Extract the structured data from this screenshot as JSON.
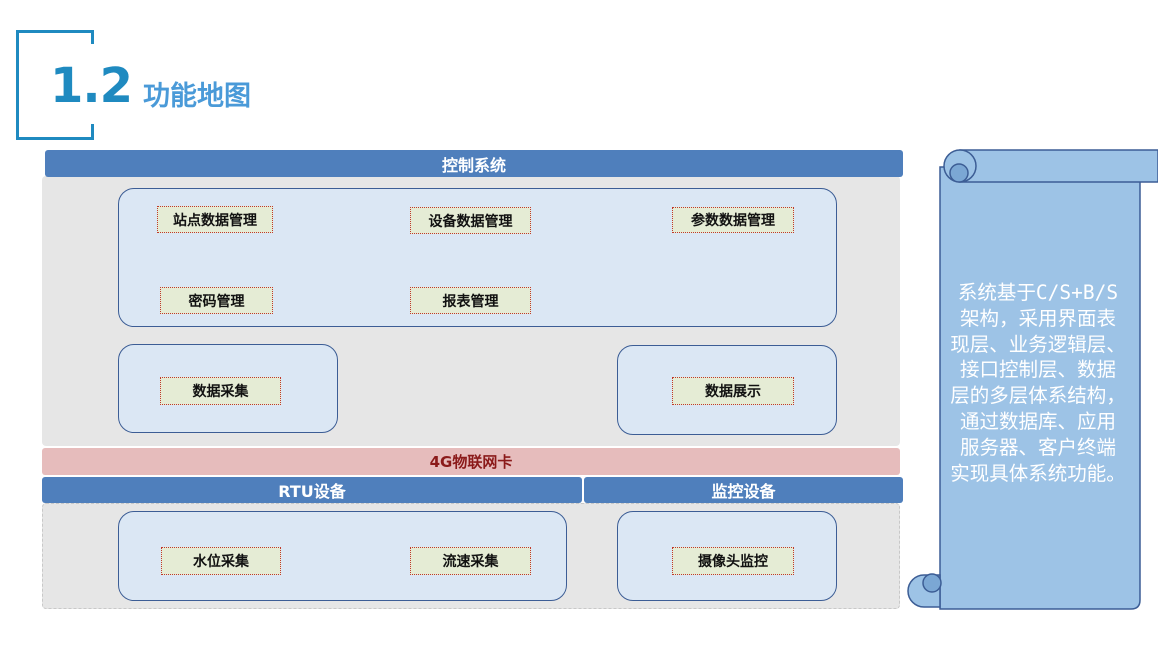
{
  "section": {
    "number": "1.2",
    "title": "功能地图"
  },
  "diagram": {
    "control_system": {
      "label": "控制系统",
      "management": [
        "站点数据管理",
        "设备数据管理",
        "参数数据管理",
        "密码管理",
        "报表管理"
      ],
      "collection": "数据采集",
      "display": "数据展示"
    },
    "network_card": "4G物联网卡",
    "rtu": {
      "label": "RTU设备",
      "items": [
        "水位采集",
        "流速采集"
      ]
    },
    "monitor": {
      "label": "监控设备",
      "items": [
        "摄像头监控"
      ]
    }
  },
  "scroll_note": {
    "lines": [
      "系统基于C/S+B/S",
      "架构，采用界面表",
      "现层、业务逻辑层、",
      "接口控制层、数据",
      "层的多层体系结构，",
      "通过数据库、应用",
      "服务器、客户终端",
      "实现具体系统功能。"
    ]
  },
  "colors": {
    "accent": "#1f8ac0",
    "bar_blue": "#4f7fbc",
    "network_pink": "#e6bcbc",
    "scroll_blue": "#9dc3e6"
  }
}
